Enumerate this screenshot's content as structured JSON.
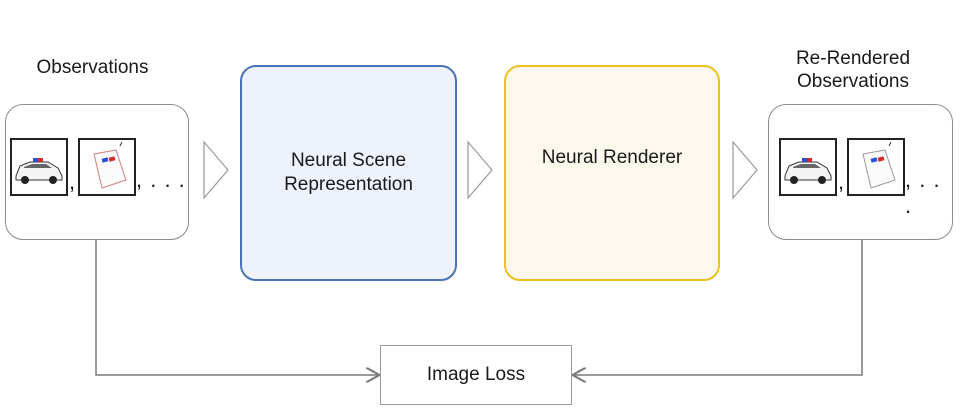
{
  "left": {
    "title": "Observations",
    "sep": ",",
    "ellipsis": ", . . ."
  },
  "scene_box": {
    "label_line1": "Neural Scene",
    "label_line2": "Representation",
    "fill": "#edf2fb",
    "stroke": "#4a72b8"
  },
  "renderer_box": {
    "label": "Neural Renderer",
    "fill": "#fdf8ee",
    "stroke": "#f0c020"
  },
  "right": {
    "title_line1": "Re-Rendered",
    "title_line2": "Observations",
    "sep": ",",
    "ellipsis": ", . . ."
  },
  "loss": {
    "label": "Image Loss"
  },
  "colors": {
    "arrow": "#7a7a7a",
    "chevron": "#9a9a9a"
  }
}
